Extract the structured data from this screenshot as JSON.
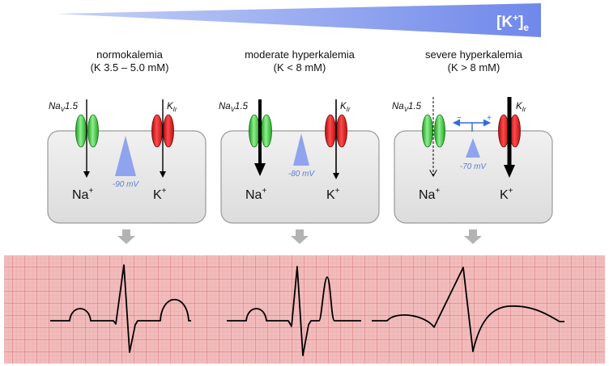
{
  "gradient_bar": {
    "label_main": "[K",
    "label_sup": "+",
    "label_close": "]",
    "label_sub": "e",
    "color": "#7b93ee"
  },
  "columns": [
    {
      "title": "normokalemia",
      "subtitle": "(K 3.5 – 5.0 mM)",
      "channel_na": "Na",
      "channel_na_sub": "V",
      "channel_na_suffix": "1.5",
      "channel_k": "K",
      "channel_k_sub": "Ir",
      "voltage": "-90 mV",
      "ion_na": "Na",
      "ion_k": "K",
      "ion_sup": "+"
    },
    {
      "title": "moderate hyperkalemia",
      "subtitle": "(K < 8 mM)",
      "channel_na": "Na",
      "channel_na_sub": "V",
      "channel_na_suffix": "1.5",
      "channel_k": "K",
      "channel_k_sub": "Ir",
      "voltage": "-80 mV",
      "ion_na": "Na",
      "ion_k": "K",
      "ion_sup": "+"
    },
    {
      "title": "severe hyperkalemia",
      "subtitle": "(K > 8 mM)",
      "channel_na": "Na",
      "channel_na_sub": "V",
      "channel_na_suffix": "1.5",
      "channel_k": "K",
      "channel_k_sub": "Ir",
      "voltage": "-70 mV",
      "ion_na": "Na",
      "ion_k": "K",
      "ion_sup": "+",
      "minus_sign": "−",
      "plus_sign": "+"
    }
  ],
  "colors": {
    "cell_fill": "#e8e8e8",
    "cell_stroke": "#9a9a9a",
    "na_channel": "#3cc43c",
    "k_channel": "#d81a1a",
    "voltage_wedge": "#8fa3ee",
    "voltage_text": "#5b7fd0",
    "ecg_background": "#f2b8b8",
    "ecg_grid": "#e07c7c",
    "down_arrow": "#b3b3b3"
  }
}
